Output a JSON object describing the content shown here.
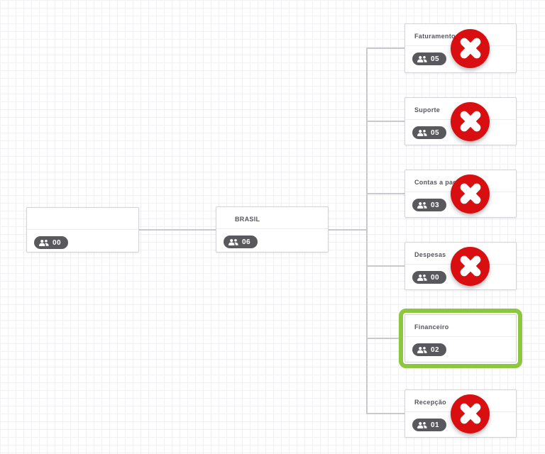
{
  "app": {
    "view": "organization-chart-canvas"
  },
  "colors": {
    "delete_red": "#d90e10",
    "selected_green": "#8dc63f",
    "badge_bg": "#59595d",
    "connector": "#c9c9ce",
    "node_border": "#d4d4d8",
    "title_text": "#565660",
    "grid_line": "#f1f1f5"
  },
  "icons": {
    "badge_icon": "users-icon",
    "delete_icon": "delete-x-icon"
  },
  "chart": {
    "nodes": [
      {
        "title": "",
        "count": "00",
        "deletable": false,
        "selected": false
      },
      {
        "title": "BRASIL",
        "count": "06",
        "deletable": false,
        "selected": false
      },
      {
        "title": "Faturamento",
        "count": "05",
        "deletable": true,
        "selected": false
      },
      {
        "title": "Suporte",
        "count": "05",
        "deletable": true,
        "selected": false
      },
      {
        "title": "Contas a pagar",
        "count": "03",
        "deletable": true,
        "selected": false
      },
      {
        "title": "Despesas",
        "count": "00",
        "deletable": true,
        "selected": false
      },
      {
        "title": "Financeiro",
        "count": "02",
        "deletable": false,
        "selected": true
      },
      {
        "title": "Recepção",
        "count": "01",
        "deletable": true,
        "selected": false
      }
    ]
  }
}
